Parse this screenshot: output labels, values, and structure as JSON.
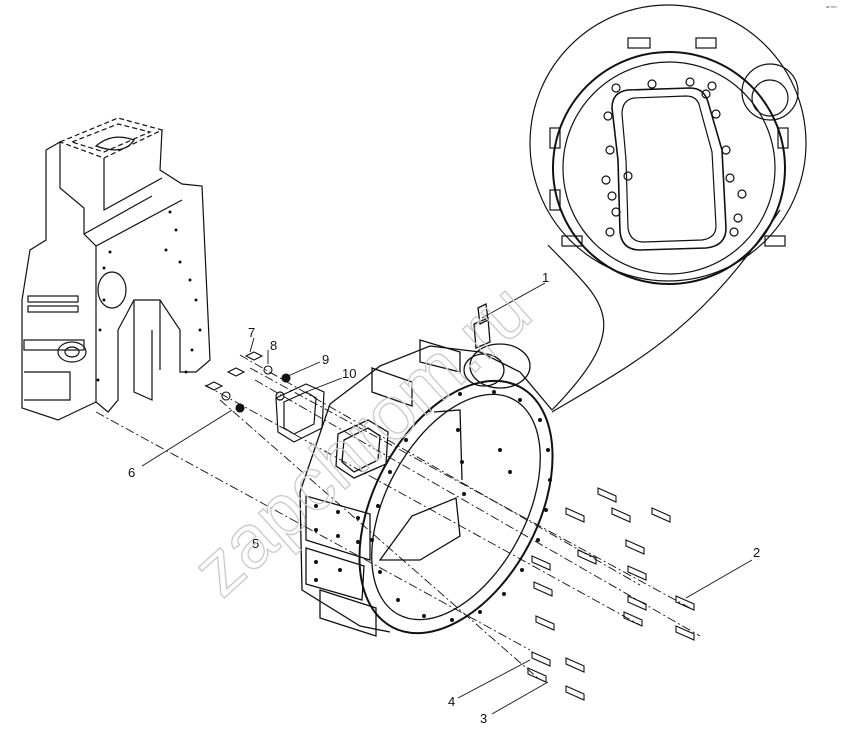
{
  "corner_tag": "ᵃᴮ ⁰⁰⁰⁰",
  "watermark": "zapchrom.ru",
  "callouts": [
    {
      "id": "1",
      "text": "1"
    },
    {
      "id": "2",
      "text": "2"
    },
    {
      "id": "3",
      "text": "3"
    },
    {
      "id": "4",
      "text": "4"
    },
    {
      "id": "5",
      "text": "5"
    },
    {
      "id": "6",
      "text": "6"
    },
    {
      "id": "7",
      "text": "7"
    },
    {
      "id": "8",
      "text": "8"
    },
    {
      "id": "9",
      "text": "9"
    },
    {
      "id": "10",
      "text": "10"
    }
  ]
}
